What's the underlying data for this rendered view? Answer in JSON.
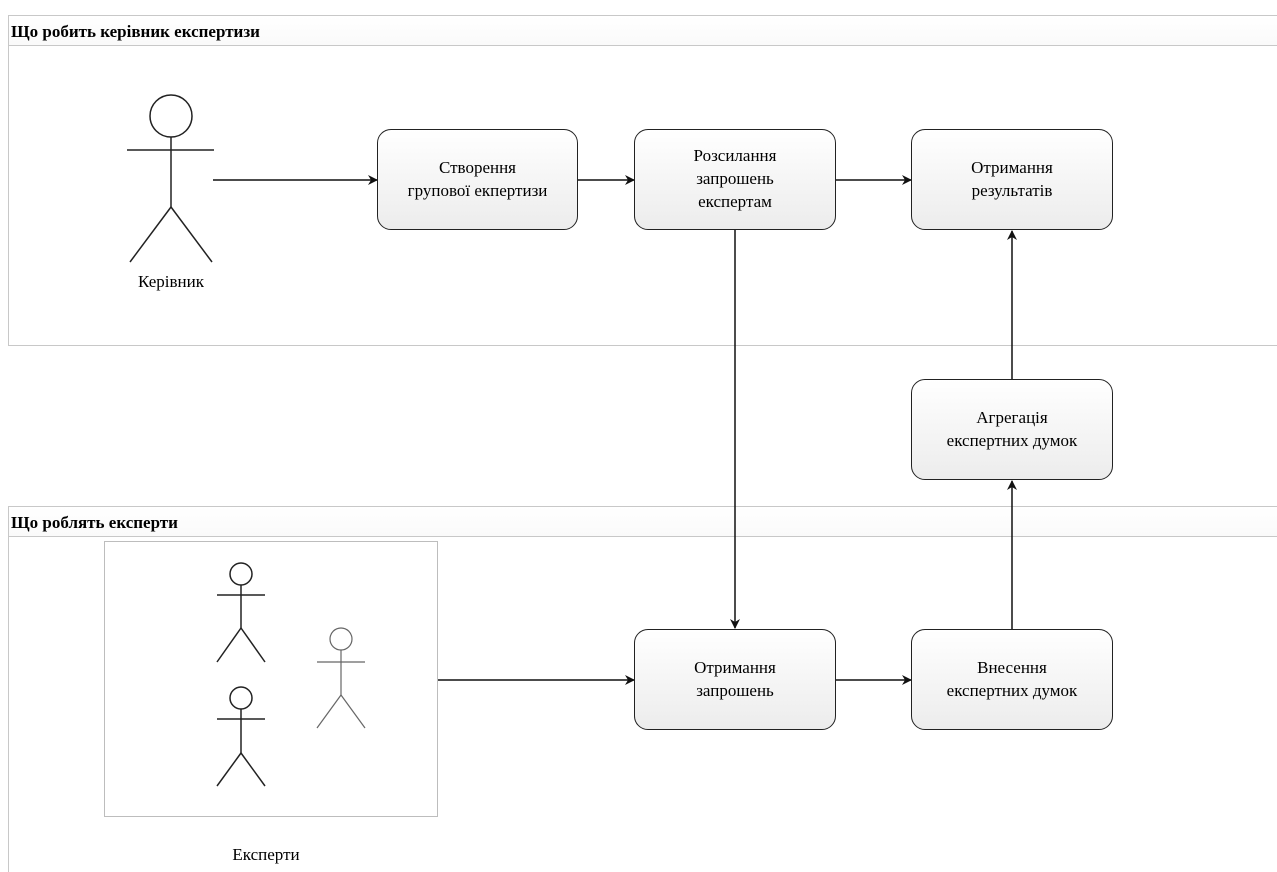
{
  "lanes": {
    "manager": {
      "title": "Що робить керівник експертизи"
    },
    "experts": {
      "title": "Що роблять експерти"
    }
  },
  "actors": {
    "manager": {
      "label": "Керівник"
    },
    "experts_group": {
      "label": "Експерти"
    }
  },
  "nodes": {
    "create": "Створення\nгрупової екпертизи",
    "send": "Розсилання\nзапрошень\nекспертам",
    "results": "Отримання\nрезультатів",
    "aggregate": "Агрегація\nекспертних думок",
    "receive": "Отримання\nзапрошень",
    "input": "Внесення\nекспертних думок"
  },
  "colors": {
    "stroke": "#222222",
    "lane_border": "#c8c8c8",
    "group_border": "#bdbdbd",
    "node_fill_top": "#ffffff",
    "node_fill_bottom": "#ececec"
  }
}
